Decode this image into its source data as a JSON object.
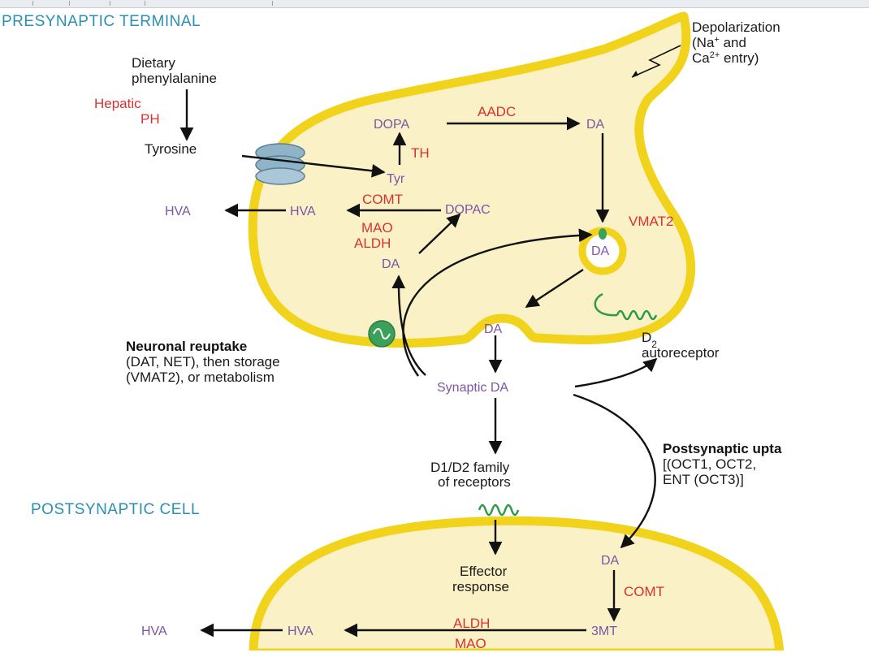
{
  "labels": {
    "presynaptic_terminal": "PRESYNAPTIC TERMINAL",
    "postsynaptic_cell": "POSTSYNAPTIC CELL",
    "depolarization_line1": "Depolarization",
    "depolarization_line2": "(Na",
    "depolarization_line2_sup": "+",
    "depolarization_line2_end": " and",
    "depolarization_line3": "Ca",
    "depolarization_line3_sup": "2+",
    "depolarization_line3_end": " entry)",
    "dietary_line1": "Dietary",
    "dietary_line2": "phenylalanine",
    "hepatic_line1": "Hepatic",
    "hepatic_line2": "PH",
    "tyrosine": "Tyrosine",
    "neuronal_reuptake_title": "Neuronal reuptake",
    "neuronal_reuptake_line2": "(DAT, NET), then storage",
    "neuronal_reuptake_line3": "(VMAT2), or metabolism",
    "d2_line1": "D",
    "d2_sub": "2",
    "d2_line2": "autoreceptor",
    "postsynaptic_uptake_title": "Postsynaptic upta",
    "postsynaptic_uptake_line2": "[(OCT1, OCT2,",
    "postsynaptic_uptake_line3": "ENT (OCT3)]",
    "d1d2_line1": "D1/D2 family",
    "d1d2_line2": "of receptors",
    "effector_line1": "Effector",
    "effector_line2": "response"
  },
  "molecules": {
    "dopa": "DOPA",
    "da_top": "DA",
    "tyr": "Tyr",
    "dopac": "DOPAC",
    "hva_inner": "HVA",
    "hva_outer": "HVA",
    "da_metab": "DA",
    "da_vesicle": "DA",
    "da_release": "DA",
    "synaptic_da": "Synaptic DA",
    "da_post": "DA",
    "three_mt": "3MT",
    "hva_post_inner": "HVA",
    "hva_post_outer": "HVA"
  },
  "enzymes": {
    "aadc": "AADC",
    "th": "TH",
    "comt_pre": "COMT",
    "mao_pre": "MAO",
    "aldh_pre": "ALDH",
    "vmat2": "VMAT2",
    "comt_post": "COMT",
    "aldh_post": "ALDH",
    "mao_post": "MAO"
  },
  "colors": {
    "membrane": "#f2d31b",
    "cytoplasm": "#fbf1c6",
    "region_label": "#2a8fb5",
    "molecule": "#7a55a8",
    "enzyme": "#d8322f",
    "transporter": "#3aa05a",
    "channel": "#8fb3c7"
  }
}
